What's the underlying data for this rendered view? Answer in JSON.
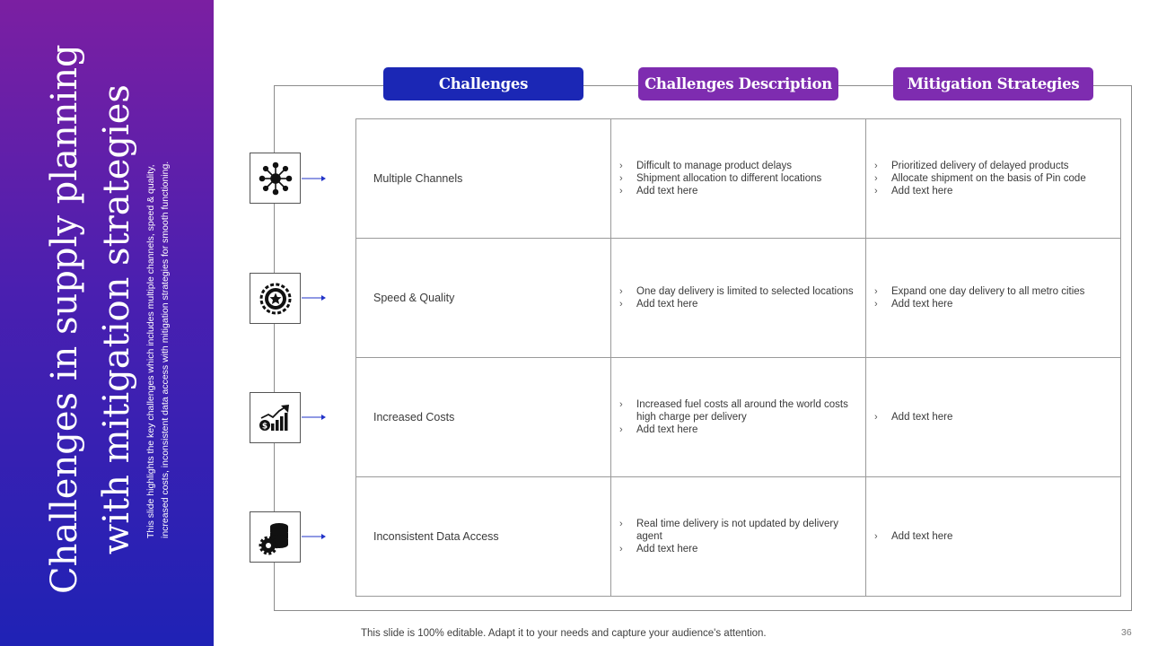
{
  "slide": {
    "title_line1": "Challenges in supply planning",
    "title_line2": "with mitigation strategies",
    "subtitle_line1": "This slide highlights the key challenges which includes multiple channels, speed & quality,",
    "subtitle_line2": "increased costs, inconsistent data access with mitigation strategies for smooth functioning.",
    "footer": "This slide is 100% editable. Adapt it to your needs and capture your audience's attention.",
    "page_number": "36"
  },
  "headers": [
    "Challenges",
    "Challenges Description",
    "Mitigation Strategies"
  ],
  "rows": [
    {
      "icon": "network-hub-icon",
      "challenge": "Multiple Channels",
      "description": [
        "Difficult to manage product delays",
        "Shipment allocation to different locations",
        "Add text here"
      ],
      "mitigation": [
        "Prioritized delivery of delayed products",
        "Allocate shipment on the basis of Pin code",
        "Add text here"
      ]
    },
    {
      "icon": "quality-badge-icon",
      "challenge": "Speed & Quality",
      "description": [
        "One day delivery is limited to selected locations",
        "Add text here"
      ],
      "mitigation": [
        "Expand one day delivery to all metro cities",
        "Add text here"
      ]
    },
    {
      "icon": "cost-growth-chart-icon",
      "challenge": "Increased Costs",
      "description": [
        "Increased fuel costs all around the world costs high charge per delivery",
        "Add text here"
      ],
      "mitigation": [
        "Add text here"
      ]
    },
    {
      "icon": "database-gear-icon",
      "challenge": "Inconsistent Data Access",
      "description": [
        "Real time delivery is not updated by delivery agent",
        "Add text here"
      ],
      "mitigation": [
        "Add text here"
      ]
    }
  ],
  "colors": {
    "primary_blue": "#1b27b5",
    "accent_purple": "#7e2cb0",
    "arrow_blue": "#2233c8"
  }
}
